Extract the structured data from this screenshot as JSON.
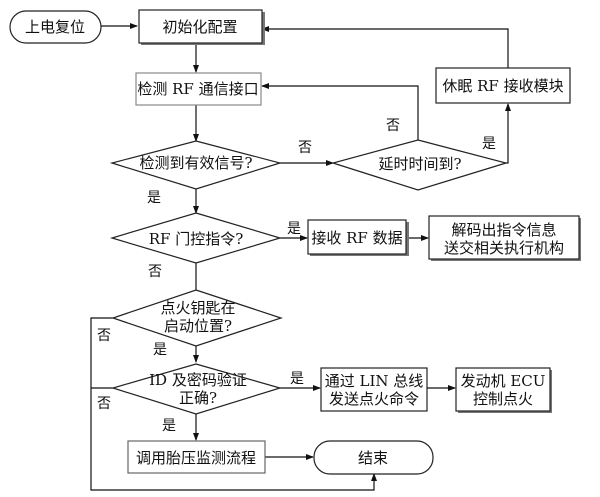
{
  "diagram": {
    "type": "flowchart",
    "nodes": {
      "power_reset": "上电复位",
      "init_config": "初始化配置",
      "detect_rf": "检测 RF 通信接口",
      "valid_signal": "检测到有效信号?",
      "delay_timeout": "延时时间到?",
      "sleep_rf": "休眠 RF 接收模块",
      "rf_door": "RF 门控指令?",
      "receive_rf": "接收 RF 数据",
      "decode_line1": "解码出指令信息",
      "decode_line2": "送交相关执行机构",
      "key_pos_line1": "点火钥匙在",
      "key_pos_line2": "启动位置?",
      "id_check_line1": "ID 及密码验证",
      "id_check_line2": "正确?",
      "lin_line1": "通过 LIN 总线",
      "lin_line2": "发送点火命令",
      "ecu_line1": "发动机 ECU",
      "ecu_line2": "控制点火",
      "tpms": "调用胎压监测流程",
      "end": "结束"
    },
    "labels": {
      "yes": "是",
      "no": "否"
    }
  }
}
